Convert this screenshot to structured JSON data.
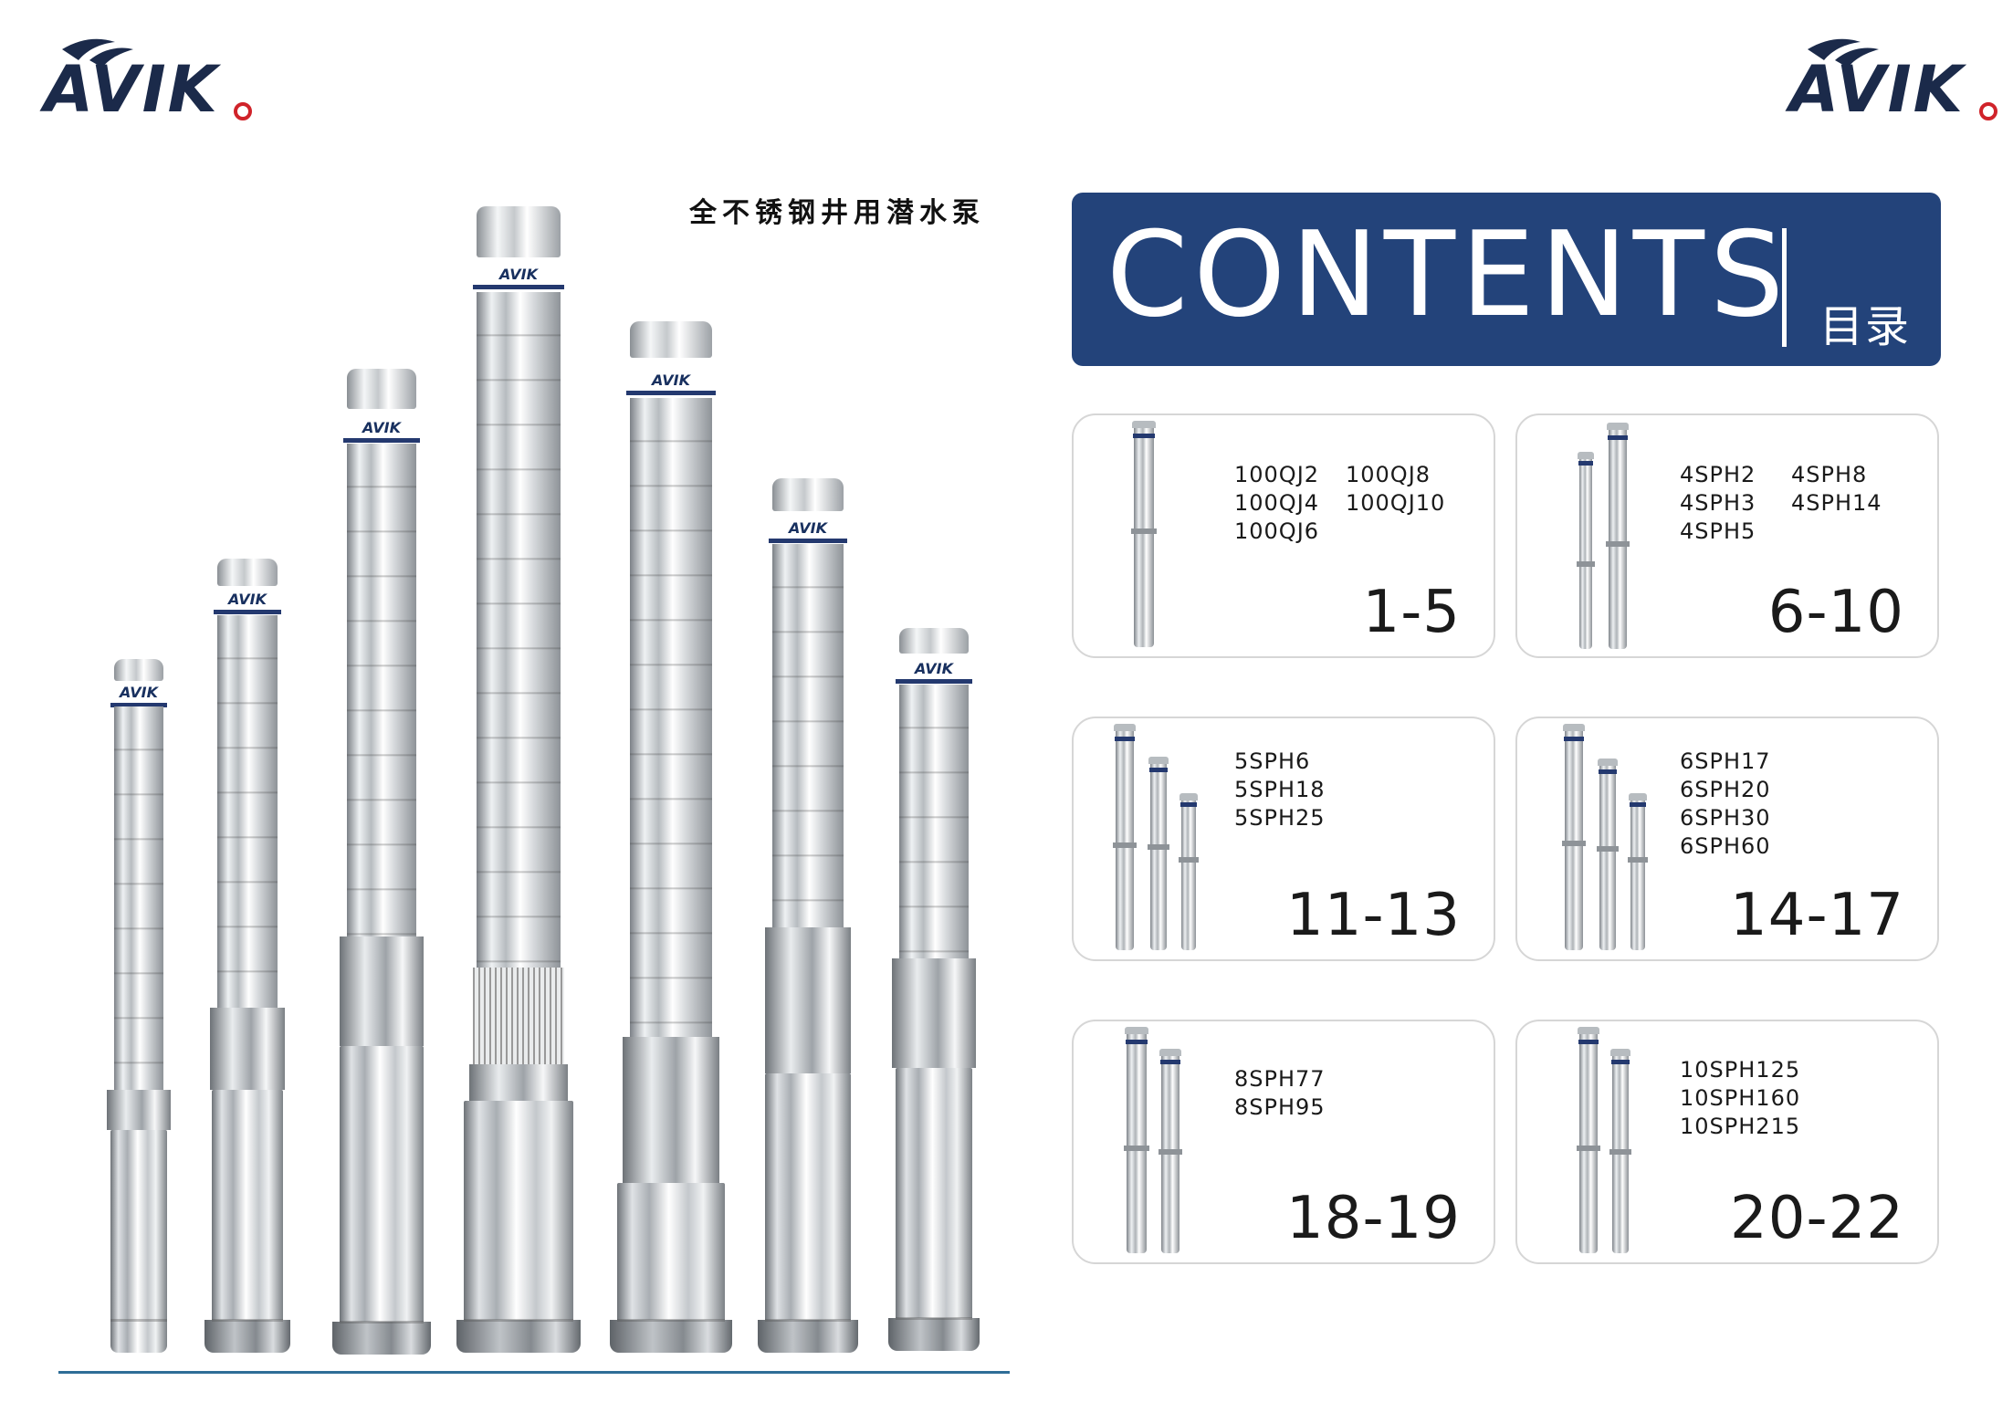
{
  "brand": {
    "logo_text": "AVIK",
    "colors": {
      "navy": "#23437a",
      "accent_red": "#d0232a",
      "line_blue": "#2e6d97"
    }
  },
  "left_page": {
    "title": "全不锈钢井用潜水泵",
    "pump_label_text": "AVIK"
  },
  "contents": {
    "title": "CONTENTS",
    "subtitle": "目录",
    "cards": [
      {
        "models": [
          "100QJ2",
          "100QJ4",
          "100QJ6"
        ],
        "models_col2": [
          "100QJ8",
          "100QJ10"
        ],
        "pages": "1-5"
      },
      {
        "models": [
          "4SPH2",
          "4SPH3",
          "4SPH5"
        ],
        "models_col2": [
          "4SPH8",
          "4SPH14"
        ],
        "pages": "6-10"
      },
      {
        "models": [
          "5SPH6",
          "5SPH18",
          "5SPH25"
        ],
        "pages": "11-13"
      },
      {
        "models": [
          "6SPH17",
          "6SPH20",
          "6SPH30",
          "6SPH60"
        ],
        "pages": "14-17"
      },
      {
        "models": [
          "8SPH77",
          "8SPH95"
        ],
        "pages": "18-19"
      },
      {
        "models": [
          "10SPH125",
          "10SPH160",
          "10SPH215"
        ],
        "pages": "20-22"
      }
    ]
  }
}
